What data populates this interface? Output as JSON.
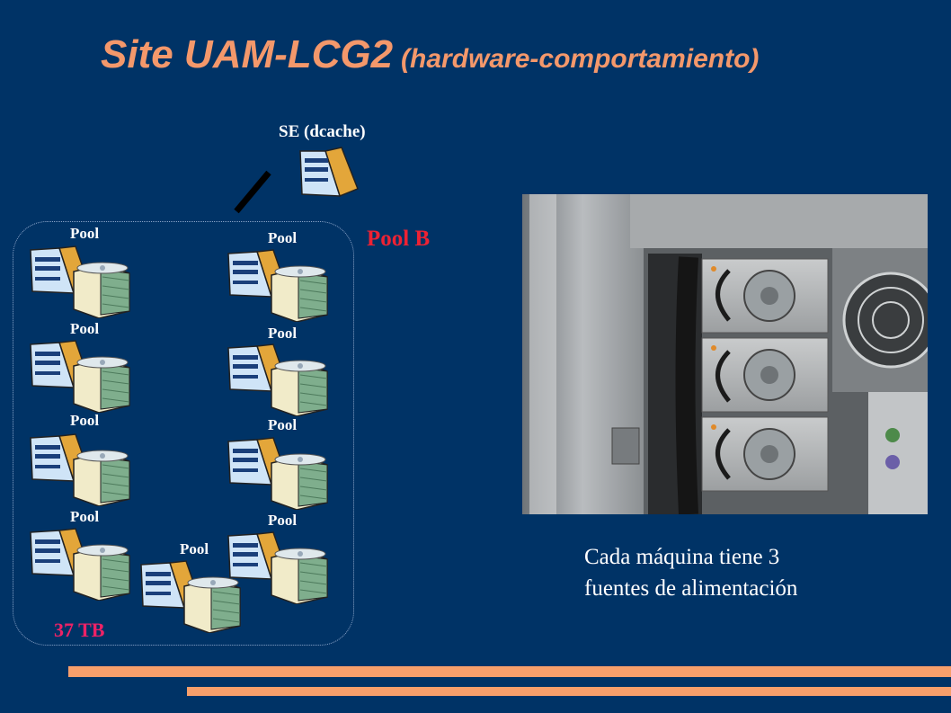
{
  "title": {
    "main": "Site UAM-LCG2",
    "sub": "(hardware-comportamiento)"
  },
  "se_label": "SE (dcache)",
  "pool_group_label": "Pool B",
  "pool_label": "Pool",
  "capacity": "37 TB",
  "caption": {
    "line1": "Cada máquina tiene 3",
    "line2": "fuentes de alimentación"
  },
  "colors": {
    "background": "#003366",
    "title": "#f4986b",
    "pool_b": "#ee2233",
    "capacity": "#ee2266",
    "bars": "#f79f6b"
  },
  "icons": [
    "server-tower-icon",
    "disk-stack-icon"
  ]
}
